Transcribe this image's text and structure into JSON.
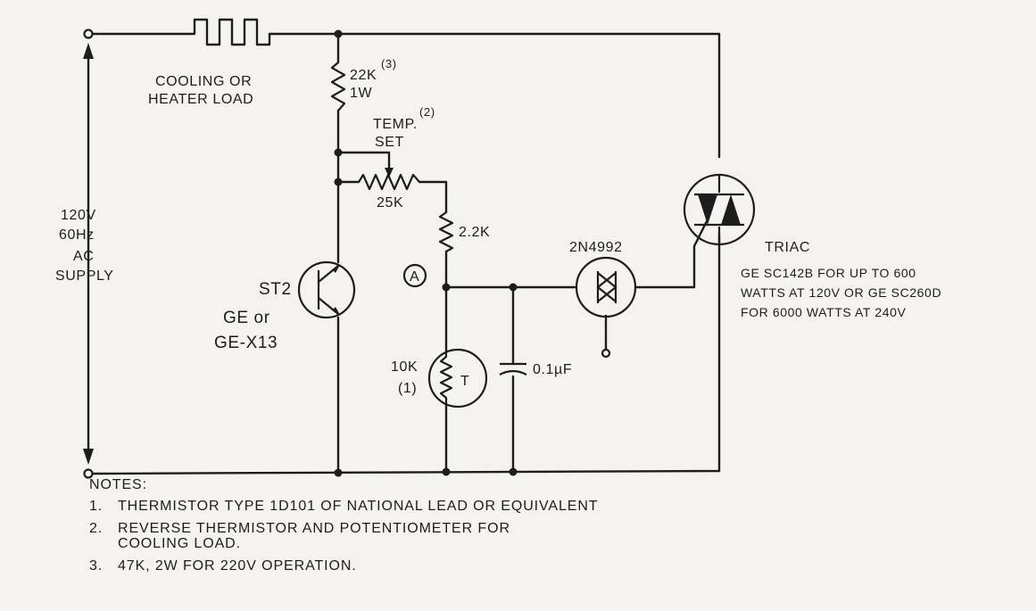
{
  "diagram": {
    "labels": {
      "load": [
        "COOLING OR",
        "HEATER LOAD"
      ],
      "supply": [
        "120V",
        "60Hz",
        "AC",
        "SUPPLY"
      ],
      "r_top_value": "22K",
      "r_top_note": "(3)",
      "r_top_power": "1W",
      "pot_name": [
        "TEMP.",
        "SET"
      ],
      "pot_note": "(2)",
      "pot_value": "25K",
      "r_mid_value": "2.2K",
      "node": "A",
      "st2_name": "ST2",
      "st2_sub": [
        "GE or",
        "GE-X13"
      ],
      "thermistor_value": "10K",
      "thermistor_note": "(1)",
      "thermistor_letter": "T",
      "capacitor": "0.1µF",
      "trigger": "2N4992",
      "triac_name": "TRIAC",
      "triac_desc": [
        "GE SC142B FOR UP TO 600",
        "WATTS AT 120V OR GE SC260D",
        "FOR 6000 WATTS AT 240V"
      ]
    }
  },
  "notes": {
    "title": "NOTES:",
    "items": [
      {
        "num": "1.",
        "text": "THERMISTOR TYPE 1D101 OF NATIONAL LEAD OR EQUIVALENT"
      },
      {
        "num": "2.",
        "text": "REVERSE THERMISTOR AND POTENTIOMETER FOR\nCOOLING LOAD."
      },
      {
        "num": "3.",
        "text": "47K, 2W FOR 220V OPERATION."
      }
    ]
  }
}
